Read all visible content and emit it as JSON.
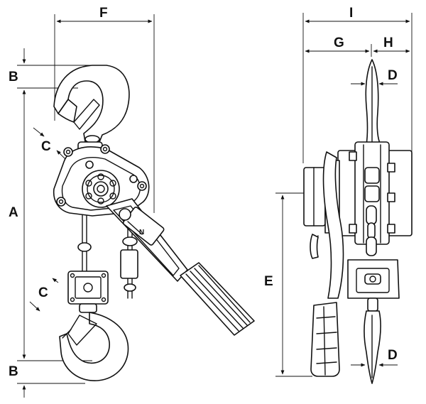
{
  "labels": {
    "A": "A",
    "B_top": "B",
    "B_bottom": "B",
    "C_top": "C",
    "C_bottom": "C",
    "D_top": "D",
    "D_bottom": "D",
    "E": "E",
    "F": "F",
    "G": "G",
    "H": "H",
    "I": "I",
    "lever_mark": "N"
  }
}
